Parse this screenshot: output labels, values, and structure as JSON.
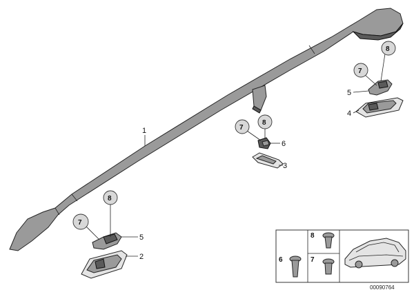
{
  "callouts": {
    "rail": "1",
    "cover_front": "2",
    "cover_middle": "3",
    "cover_rear": "4",
    "holder_front": "5",
    "holder_rear": "5",
    "holder_middle": "6",
    "nut_front": "7",
    "nut_middle": "7",
    "nut_rear": "7",
    "screw_front": "8",
    "screw_middle": "8",
    "screw_rear": "8"
  },
  "legend": {
    "item_8": "8",
    "item_6": "6",
    "item_7": "7"
  },
  "document_number": "00090764",
  "colors": {
    "part_fill": "#9a9a9a",
    "part_dark": "#5a5a5a",
    "outline": "#222222",
    "callout_fill": "#d8d8d8"
  }
}
